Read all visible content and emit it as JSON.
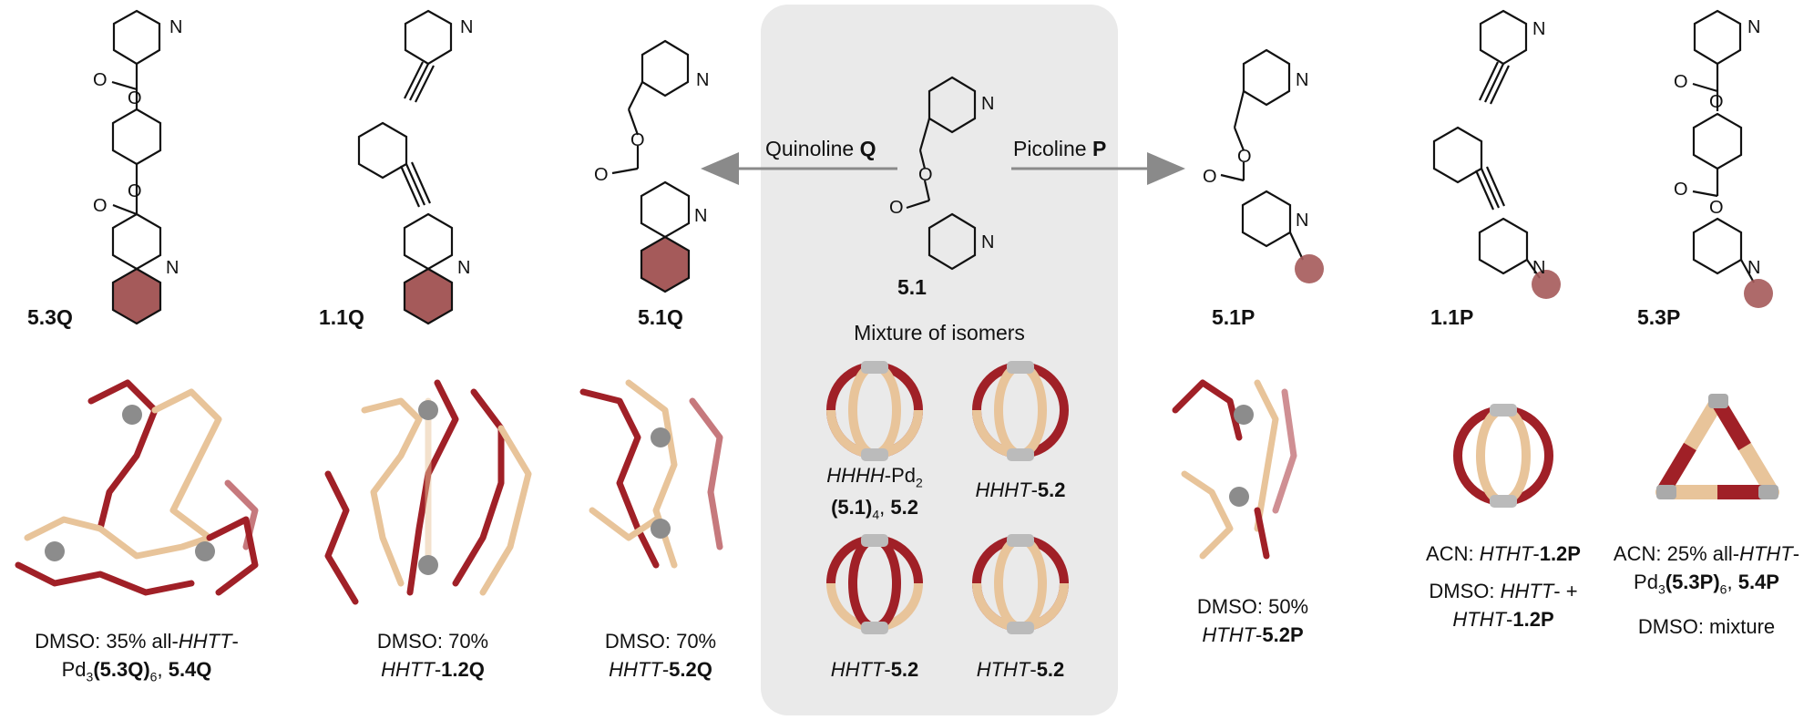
{
  "colors": {
    "red": "#a02027",
    "beige": "#e8c49a",
    "grey_panel": "#eaeaea",
    "pd": "#8c8c8c",
    "nitrogen": "#2a3a8c",
    "highlight": "#a55a5a"
  },
  "reactions": {
    "left_arrow_label": "Quinoline",
    "left_arrow_reagent": "Q",
    "right_arrow_label": "Picoline",
    "right_arrow_reagent": "P"
  },
  "center": {
    "compound_label": "5.1",
    "mixture_title": "Mixture of isomers",
    "isomers": [
      {
        "name_italic": "HHHH",
        "name_rest": "-Pd",
        "sub": "2",
        "line2_bold": "(5.1)",
        "line2_sub": "4",
        "line2_rest": ", ",
        "line2_bold2": "5.2"
      },
      {
        "name_italic": "HHHT",
        "name_rest": "-",
        "name_bold": "5.2"
      },
      {
        "name_italic": "HHTT",
        "name_rest": "-",
        "name_bold": "5.2"
      },
      {
        "name_italic": "HTHT",
        "name_rest": "-",
        "name_bold": "5.2"
      }
    ]
  },
  "compounds": [
    {
      "id": "5.3Q",
      "label": "5.3Q"
    },
    {
      "id": "1.1Q",
      "label": "1.1Q"
    },
    {
      "id": "5.1Q",
      "label": "5.1Q"
    },
    {
      "id": "5.1P",
      "label": "5.1P"
    },
    {
      "id": "1.1P",
      "label": "1.1P"
    },
    {
      "id": "5.3P",
      "label": "5.3P"
    }
  ],
  "atoms": {
    "N": "N",
    "O": "O"
  },
  "captions": {
    "c53Q": {
      "l1a": "DMSO: 35% all-",
      "l1i": "HHTT",
      "l1b": "-",
      "l2a": "Pd",
      "l2s": "3",
      "l2bold": "(5.3Q)",
      "l2s2": "6",
      "l2c": ", ",
      "l2bold2": "5.4Q"
    },
    "c11Q": {
      "l1": "DMSO: 70%",
      "l2i": "HHTT",
      "l2a": "-",
      "l2b": "1.2Q"
    },
    "c51Q": {
      "l1": "DMSO: 70%",
      "l2i": "HHTT",
      "l2a": "-",
      "l2b": "5.2Q"
    },
    "c51P": {
      "l1": "DMSO: 50%",
      "l2i": "HTHT",
      "l2a": "-",
      "l2b": "5.2P"
    },
    "c11P": {
      "l1a": "ACN: ",
      "l1i": "HTHT",
      "l1b": "-",
      "l1bold": "1.2P",
      "l2a": "DMSO: ",
      "l2i": "HHTT",
      "l2b": "- +",
      "l3i": "HTHT",
      "l3a": "-",
      "l3b": "1.2P"
    },
    "c53P": {
      "l1a": "ACN: 25% all-",
      "l1i": "HTHT",
      "l1b": "-",
      "l2a": "Pd",
      "l2s": "3",
      "l2bold": "(5.3P)",
      "l2s2": "6",
      "l2c": ", ",
      "l2bold2": "5.4P",
      "l3": "DMSO: mixture"
    }
  }
}
